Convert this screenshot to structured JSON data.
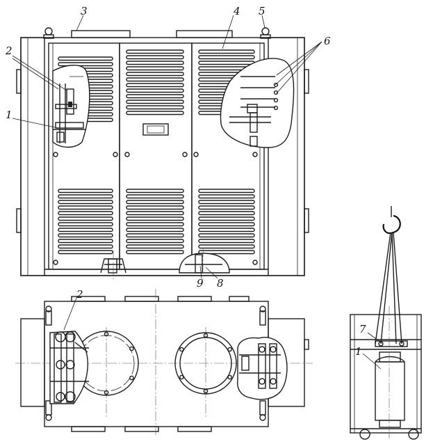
{
  "labels": {
    "l1_top": "1",
    "l2_top": "2",
    "l3": "3",
    "l4": "4",
    "l5": "5",
    "l6": "6",
    "l8": "8",
    "l9": "9",
    "l2_bottom": "2",
    "l7": "7",
    "l1_side": "1"
  },
  "icons": {
    "lifting-hook": "hook",
    "lifting-eye": "ring"
  }
}
